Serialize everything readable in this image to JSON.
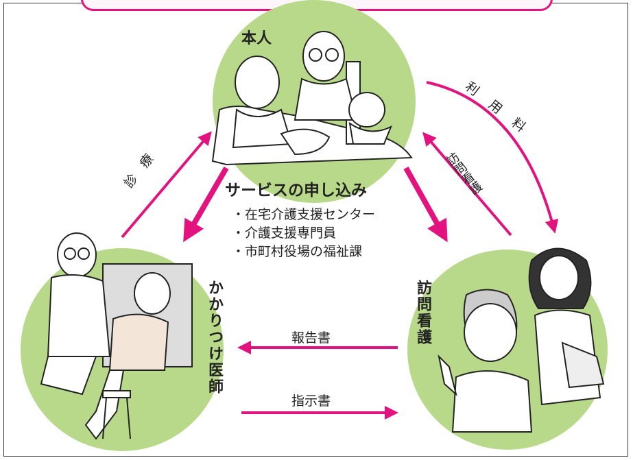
{
  "nodes": {
    "honnin": "本人",
    "kakaritsuke": "かかりつけ医師",
    "houmon": "訪問看護"
  },
  "service": {
    "title": "サービスの申し込み",
    "items": [
      "在宅介護支援センター",
      "介護支援専門員",
      "市町村役場の福祉課"
    ]
  },
  "edges": {
    "shinryo": "診療",
    "riyoryo": "利用料",
    "houmon_kango": "訪問看護",
    "hokokusho": "報告書",
    "shijisho": "指示書"
  },
  "colors": {
    "arrow": "#e2137e",
    "circle": "#b8d98a",
    "border": "#333333"
  }
}
